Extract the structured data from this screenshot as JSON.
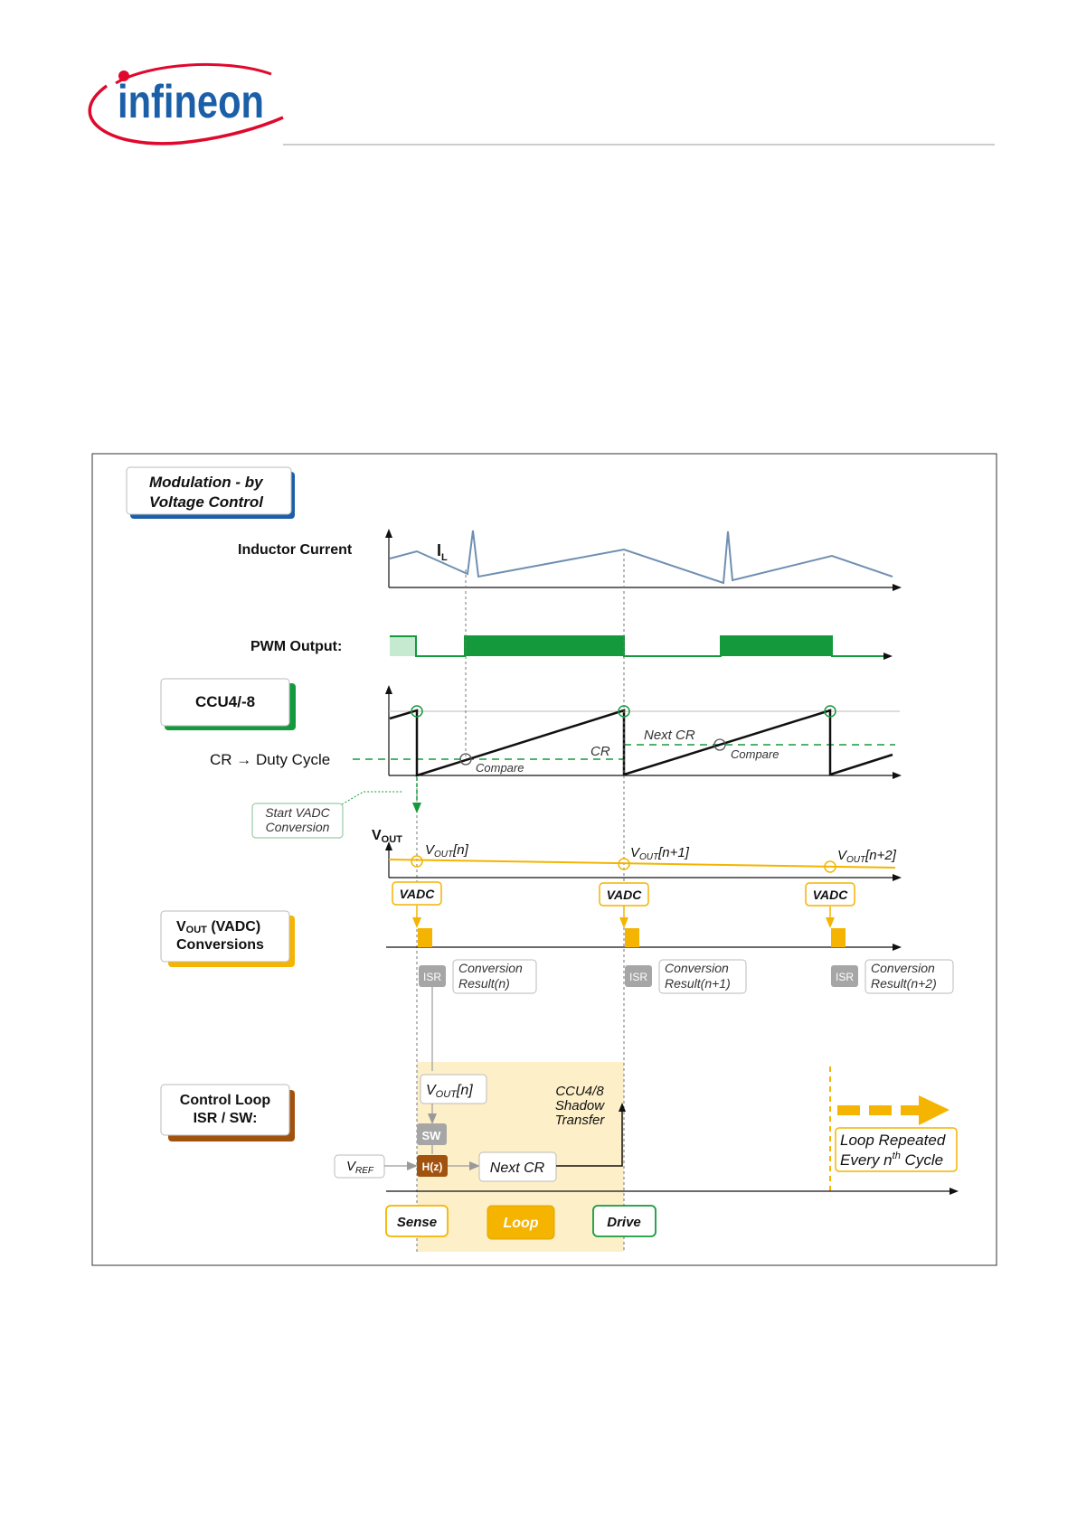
{
  "header": {
    "logo_text": "infineon"
  },
  "diagram": {
    "title_line1": "Modulation - by",
    "title_line2": "Voltage Control",
    "inductor_label": "Inductor Current",
    "il_symbol": "I",
    "il_sub": "L",
    "pwm_label": "PWM Output:",
    "ccu_box": "CCU4/-8",
    "cr_duty": "CR → Duty Cycle",
    "cr_text": "CR",
    "next_cr_text": "Next CR",
    "compare_text": "Compare",
    "start_vadc_line1": "Start VADC",
    "start_vadc_line2": "Conversion",
    "vout_axis": "V",
    "vout_axis_sub": "OUT",
    "vout_samples": [
      {
        "v": "V",
        "sub": "OUT",
        "idx": "[n]"
      },
      {
        "v": "V",
        "sub": "OUT",
        "idx": "[n+1]"
      },
      {
        "v": "V",
        "sub": "OUT",
        "idx": "[n+2]"
      }
    ],
    "vadc_tag": "VADC",
    "vout_conv_line1_v": "V",
    "vout_conv_line1_sub": "OUT",
    "vout_conv_line1_rest": " (VADC)",
    "vout_conv_line2": "Conversions",
    "isr_tag": "ISR",
    "conversion_text": "Conversion",
    "results": [
      "Result(n)",
      "Result(n+1)",
      "Result(n+2)"
    ],
    "control_loop_line1": "Control Loop",
    "control_loop_line2": "ISR / SW:",
    "loop_vout": {
      "v": "V",
      "sub": "OUT",
      "idx": "[n]"
    },
    "sw_tag": "SW",
    "hz_tag": "H(z)",
    "vref_v": "V",
    "vref_sub": "REF",
    "next_cr_box": "Next CR",
    "shadow_line1": "CCU4/8",
    "shadow_line2": "Shadow",
    "shadow_line3": "Transfer",
    "loop_repeated_line1": "Loop Repeated",
    "loop_repeated_line2_pre": "Every n",
    "loop_repeated_sup": "th",
    "loop_repeated_line2_post": " Cycle",
    "phase_sense": "Sense",
    "phase_loop": "Loop",
    "phase_drive": "Drive"
  },
  "colors": {
    "brand_blue": "#1b5fa8",
    "brand_red": "#e0082d",
    "green": "#149a3c",
    "yellow": "#f4b400",
    "brown": "#a2520f",
    "waveform_blue": "#6f8fb3",
    "loop_bg": "#fdefc8"
  }
}
